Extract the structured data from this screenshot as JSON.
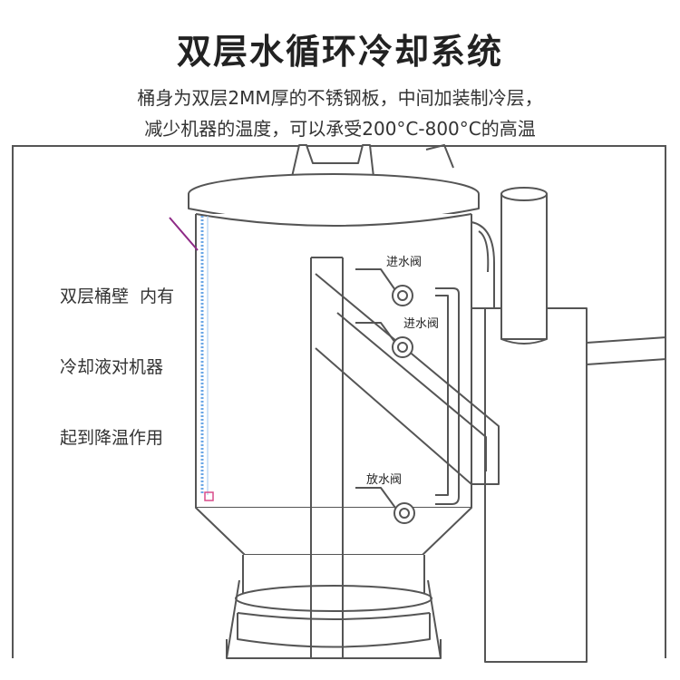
{
  "title": "双层水循环冷却系统",
  "description": {
    "line1": "桶身为双层2MM厚的不锈钢板，中间加装制冷层，",
    "line2": "减少机器的温度，可以承受200°C-800°C的高温"
  },
  "annotation": {
    "line1": "双层桶壁  内有",
    "line2": "冷却液对机器",
    "line3": "起到降温作用"
  },
  "valves": {
    "inlet_1": "进水阀",
    "inlet_2": "进水阀",
    "drain": "放水阀"
  },
  "colors": {
    "accent_line": "#8e2a86",
    "wall_highlight": "#6aa6e6",
    "drawing_stroke": "#555555"
  }
}
